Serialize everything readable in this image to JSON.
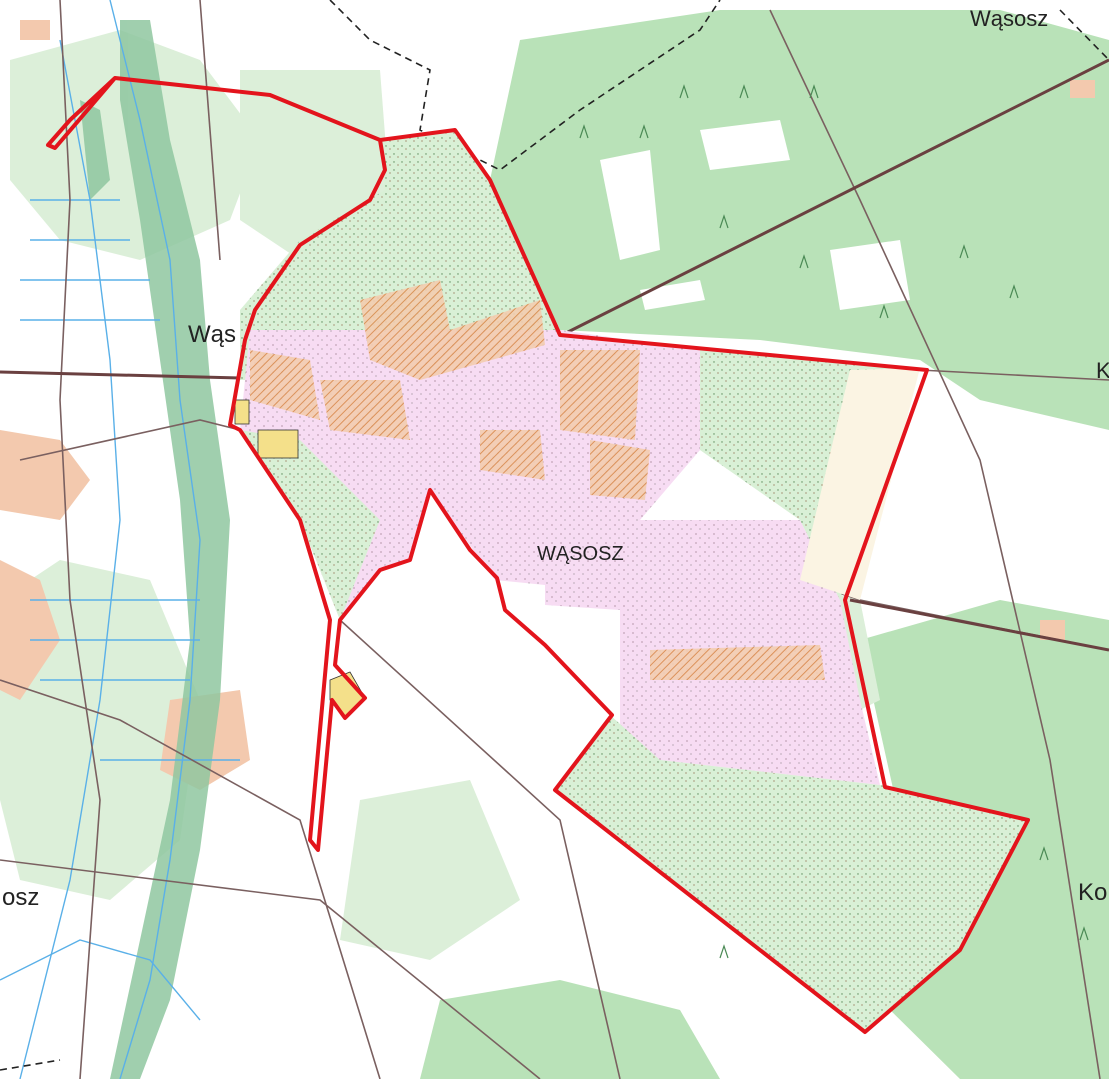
{
  "labels": {
    "top_right": "Wąsosz",
    "left_mid": "Wąs",
    "center": "WĄSOSZ",
    "bottom_left": "osz",
    "right_mid": "K",
    "bottom_right": "Ko"
  },
  "colors": {
    "boundary": "#e3141c",
    "forest": "#b9e2b8",
    "forest_dark": "#8fc7a0",
    "meadow": "#dcefd9",
    "pink_zone": "#f6d7f2",
    "hatched_zone": "#e7a46b",
    "settlement": "#f3c9ae",
    "water": "#5ab0e8",
    "road": "#7a6060",
    "admin_border": "#222222"
  },
  "icons": {
    "forest_symbol": "forest-tree-icon"
  }
}
